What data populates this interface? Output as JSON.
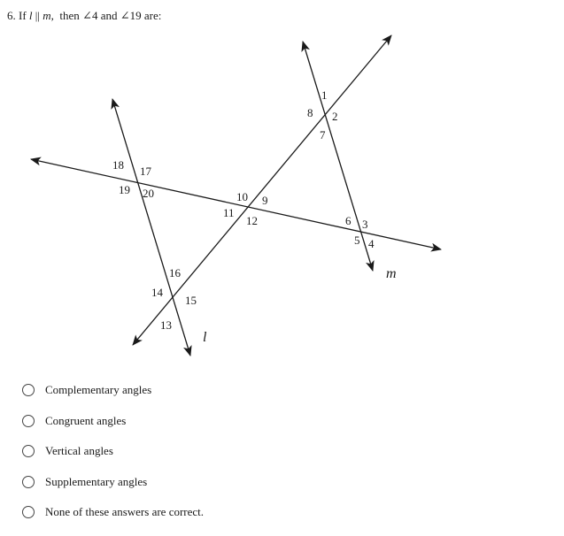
{
  "question": {
    "number": "6.",
    "prefix": "If",
    "line1": "l",
    "parallel_symbol": "||",
    "line2": "m,",
    "middle": "then",
    "angle_a": "∠4",
    "conj": "and",
    "angle_b": "∠19",
    "suffix": "are:"
  },
  "figure": {
    "line_labels": {
      "l": "l",
      "m": "m"
    },
    "angle_labels": [
      "1",
      "2",
      "3",
      "4",
      "5",
      "6",
      "7",
      "8",
      "9",
      "10",
      "11",
      "12",
      "13",
      "14",
      "15",
      "16",
      "17",
      "18",
      "19",
      "20"
    ]
  },
  "options": [
    {
      "label": "Complementary angles"
    },
    {
      "label": "Congruent angles"
    },
    {
      "label": "Vertical angles"
    },
    {
      "label": "Supplementary angles"
    },
    {
      "label": "None of these answers are correct."
    }
  ],
  "colors": {
    "ink": "#1a1a1a",
    "radio_border": "#444444"
  }
}
